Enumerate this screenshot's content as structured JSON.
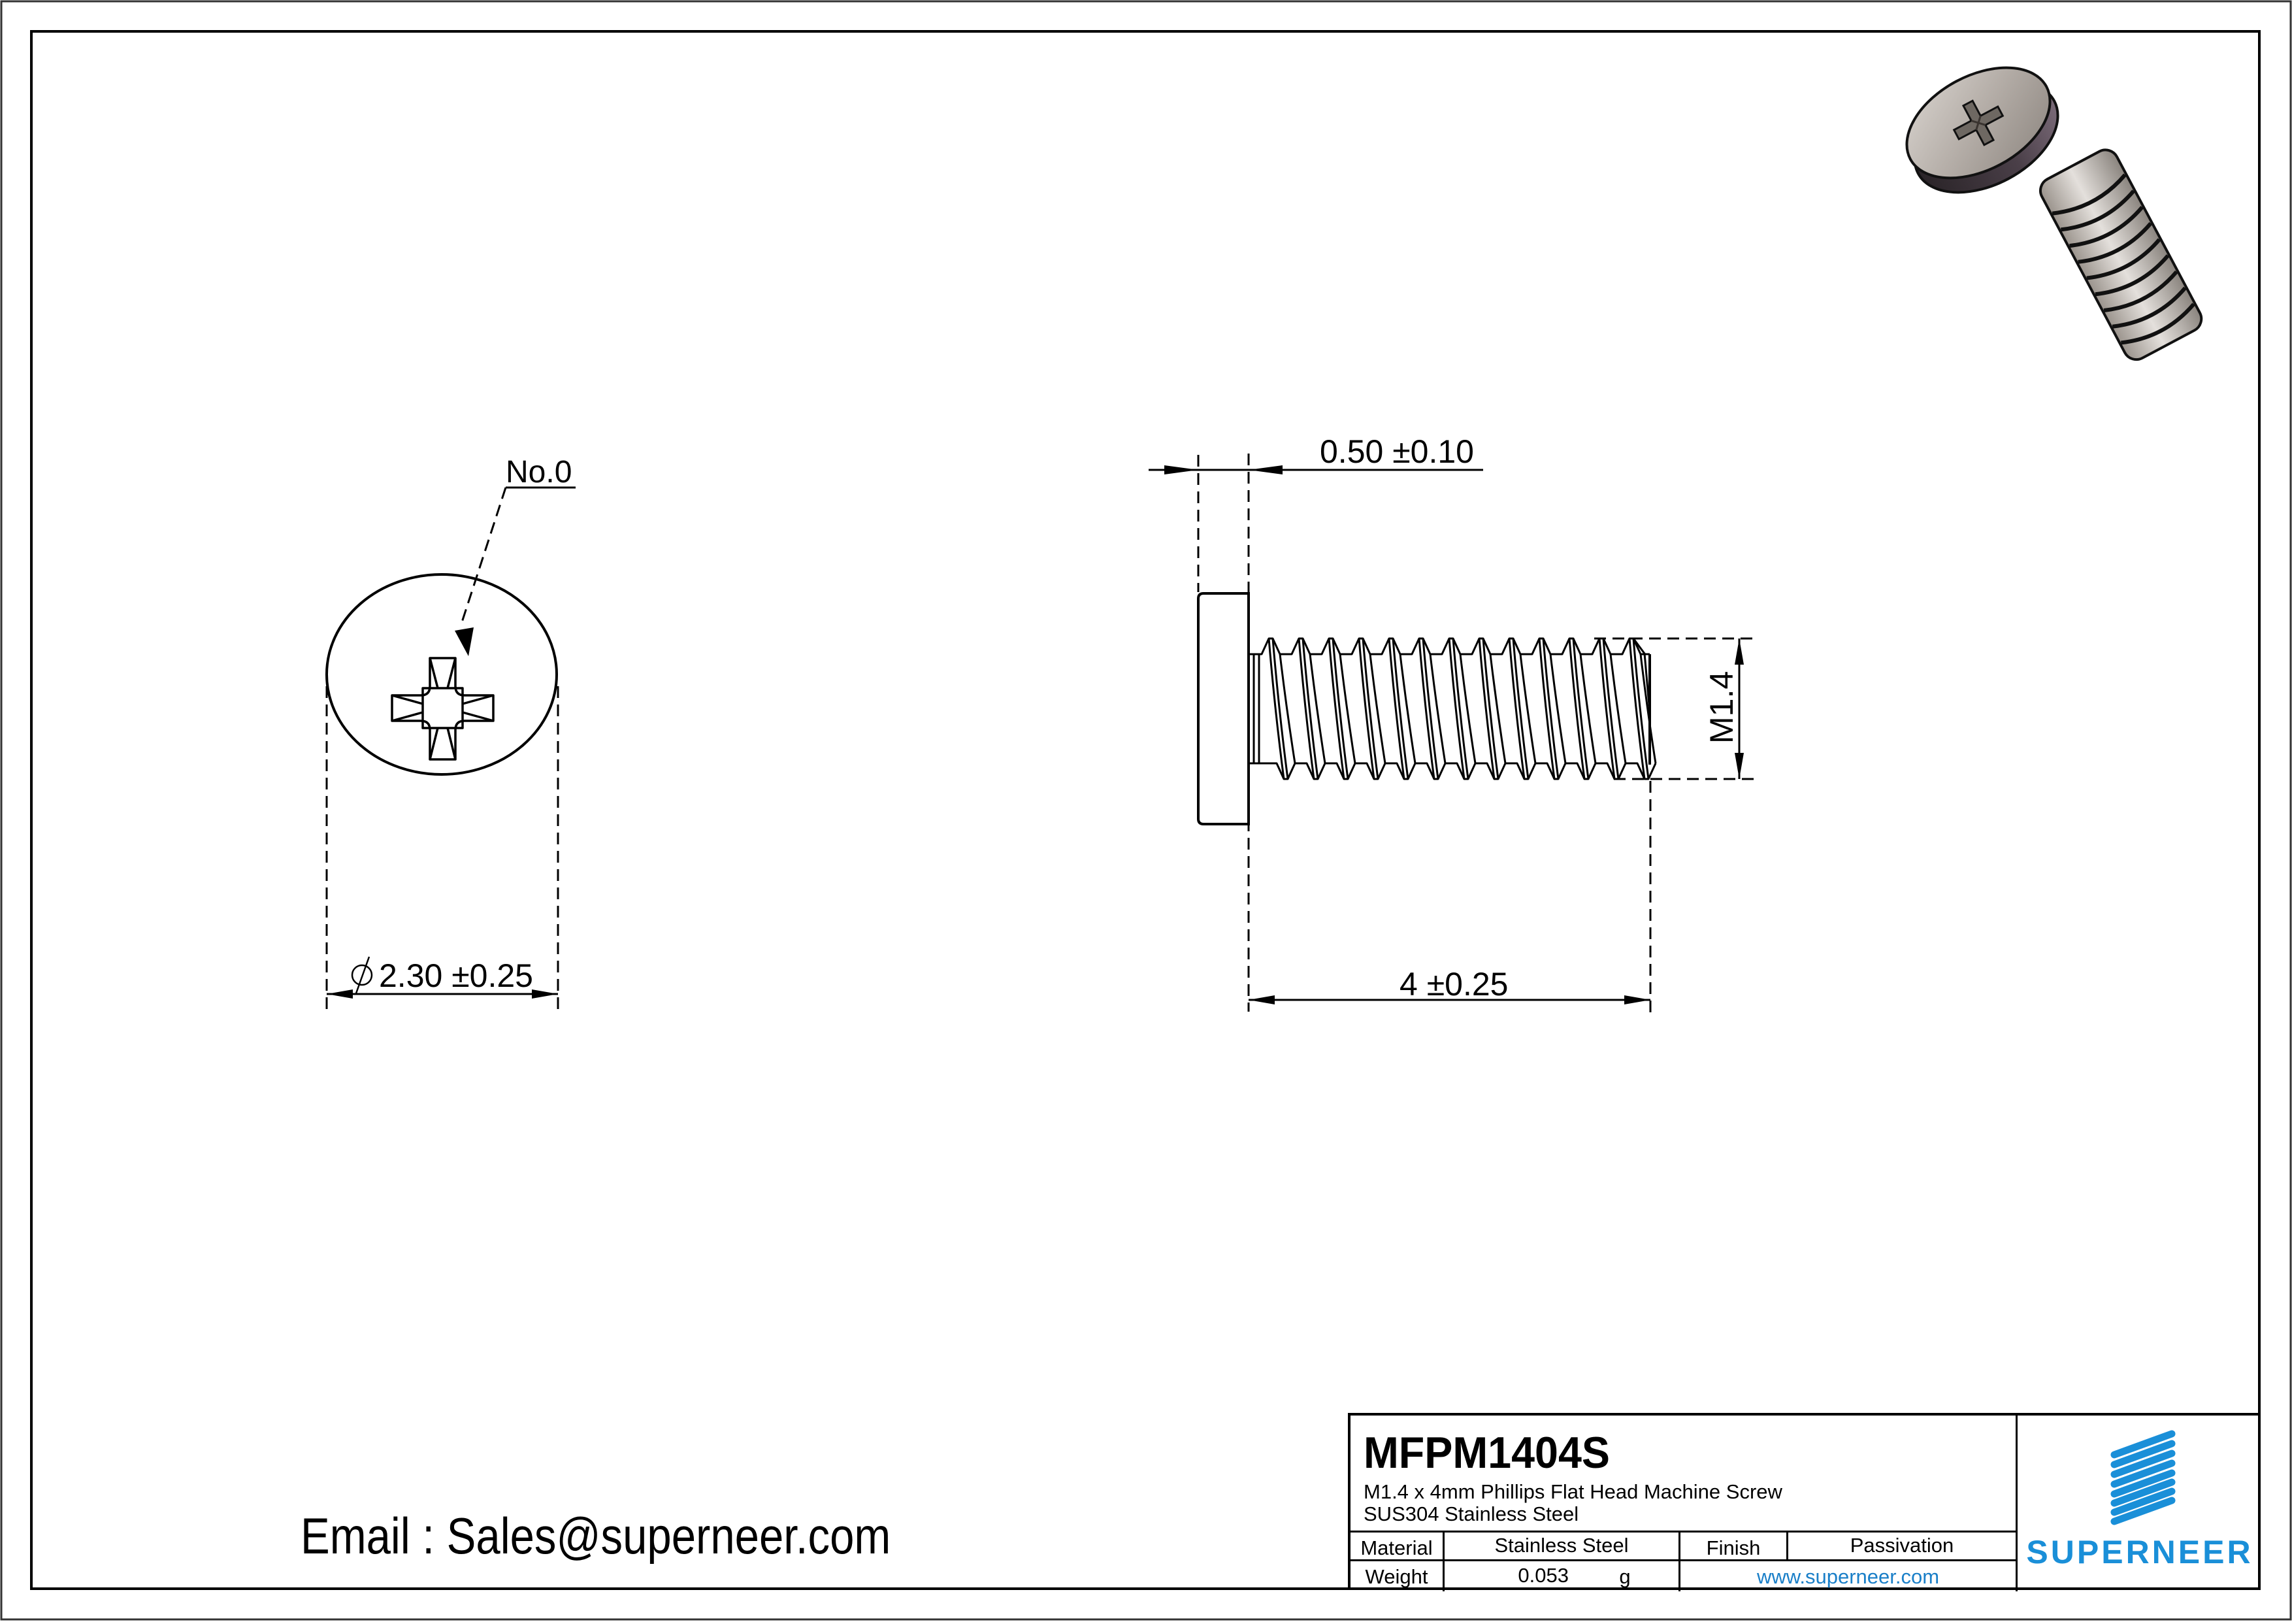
{
  "drawing": {
    "type": "Engineering drawing - screw specification sheet",
    "views": {
      "top_view": {
        "label": "Head top view",
        "drive_callout": "No.0",
        "diameter_dimension": {
          "symbol": "⌀",
          "value": "2.30 ±0.25"
        }
      },
      "side_view": {
        "label": "Side view",
        "head_height_dimension": "0.50 ±0.10",
        "length_dimension": "4 ±0.25",
        "thread_dimension": "M1.4",
        "thread_crest_count": 13
      },
      "iso_view": {
        "label": "3D render of Phillips flat head machine screw"
      }
    }
  },
  "contact": {
    "email_line": "Email : Sales@superneer.com"
  },
  "title_block": {
    "part_number": "MFPM1404S",
    "description_line1": "M1.4 x 4mm Phillips Flat Head Machine Screw",
    "description_line2": "SUS304 Stainless Steel",
    "rows": {
      "material_label": "Material",
      "material_value": "Stainless Steel",
      "finish_label": "Finish",
      "finish_value": "Passivation",
      "weight_label": "Weight",
      "weight_value": "0.053",
      "weight_unit": "g",
      "website": "www.superneer.com"
    },
    "logo": {
      "brand": "SUPERNEER",
      "icon": "striped-parallelogram-logo-icon",
      "color": "#1a8fd8"
    }
  },
  "colors": {
    "line": "#000000",
    "brand_blue": "#1a8fd8",
    "link_blue": "#1a7fc8",
    "render_steel": "#b8b2ac",
    "render_dark": "#3a3236"
  }
}
